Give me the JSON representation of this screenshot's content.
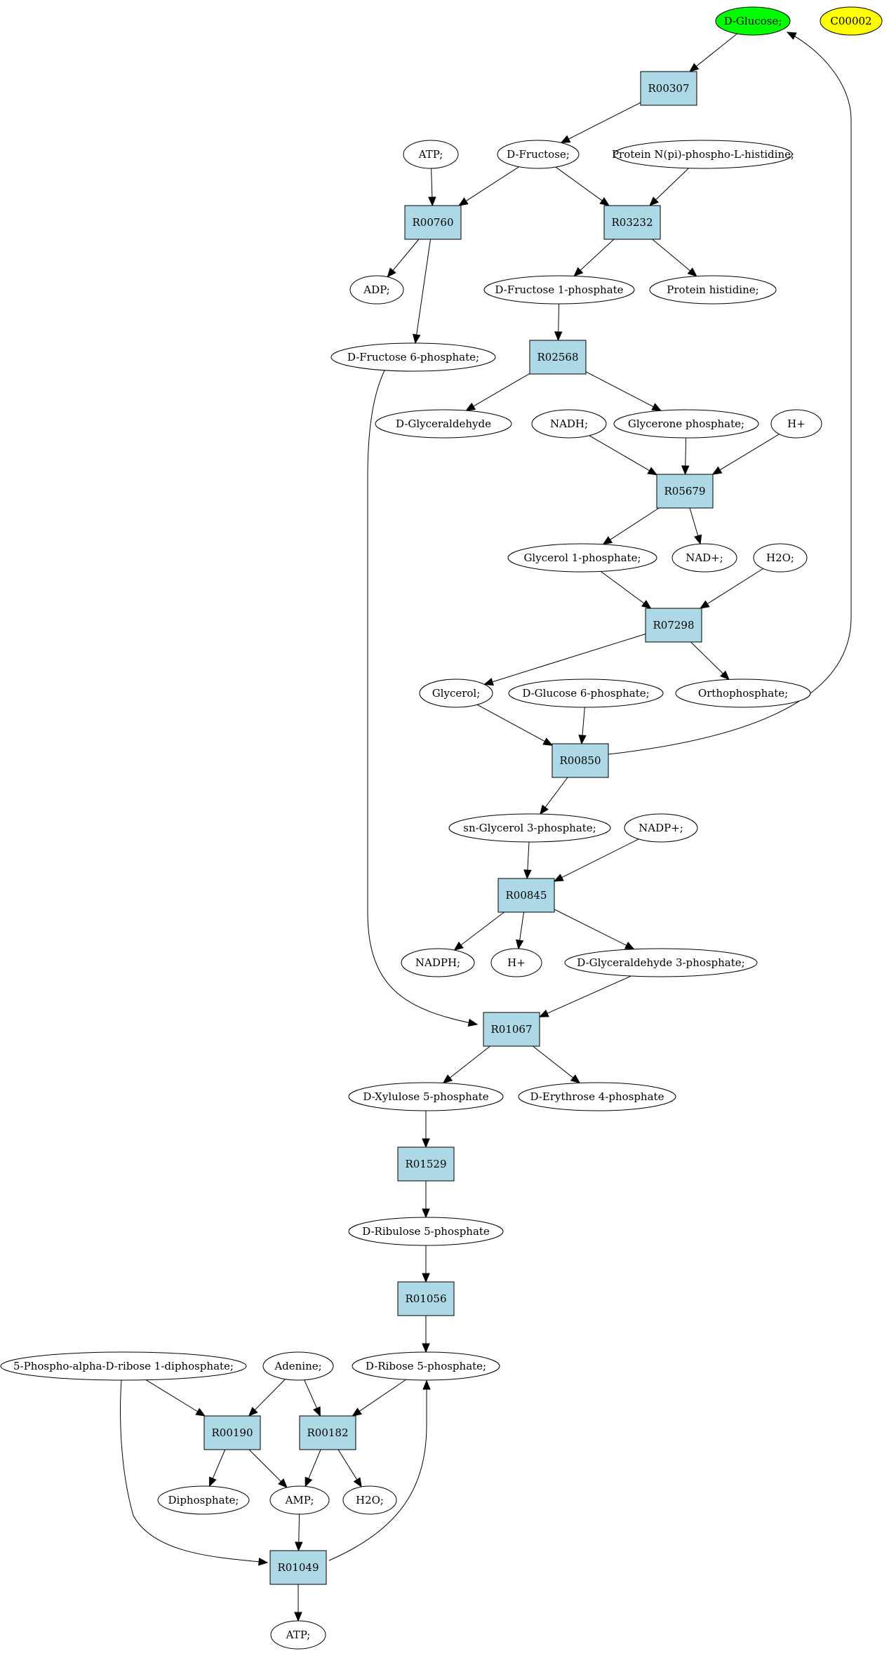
{
  "colors": {
    "reaction_fill": "#add8e6",
    "compound_fill": "#ffffff",
    "start_fill": "#00ff00",
    "target_fill": "#ffff00",
    "edge": "#000000"
  },
  "compounds": {
    "glucose": {
      "label": "D-Glucose;",
      "fill": "#00ff00"
    },
    "c00002": {
      "label": "C00002",
      "fill": "#ffff00"
    },
    "atp1": {
      "label": "ATP;"
    },
    "fructose": {
      "label": "D-Fructose;"
    },
    "protein_nphospho": {
      "label": "Protein N(pi)-phospho-L-histidine;"
    },
    "adp": {
      "label": "ADP;"
    },
    "fructose1p": {
      "label": "D-Fructose 1-phosphate"
    },
    "protein_histidine": {
      "label": "Protein histidine;"
    },
    "fructose6p": {
      "label": "D-Fructose 6-phosphate;"
    },
    "glyceraldehyde": {
      "label": "D-Glyceraldehyde"
    },
    "nadh": {
      "label": "NADH;"
    },
    "glycerone_p": {
      "label": "Glycerone phosphate;"
    },
    "hplus1": {
      "label": "H+"
    },
    "glycerol1p": {
      "label": "Glycerol 1-phosphate;"
    },
    "nadplus": {
      "label": "NAD+;"
    },
    "h2o1": {
      "label": "H2O;"
    },
    "glycerol": {
      "label": "Glycerol;"
    },
    "glucose6p": {
      "label": "D-Glucose 6-phosphate;"
    },
    "orthophosphate": {
      "label": "Orthophosphate;"
    },
    "snglycerol3p": {
      "label": "sn-Glycerol 3-phosphate;"
    },
    "nadpplus": {
      "label": "NADP+;"
    },
    "nadph": {
      "label": "NADPH;"
    },
    "hplus2": {
      "label": "H+"
    },
    "gap": {
      "label": "D-Glyceraldehyde 3-phosphate;"
    },
    "xylulose5p": {
      "label": "D-Xylulose 5-phosphate"
    },
    "erythrose4p": {
      "label": "D-Erythrose 4-phosphate"
    },
    "ribulose5p": {
      "label": "D-Ribulose 5-phosphate"
    },
    "prpp": {
      "label": "5-Phospho-alpha-D-ribose 1-diphosphate;"
    },
    "adenine": {
      "label": "Adenine;"
    },
    "ribose5p": {
      "label": "D-Ribose 5-phosphate;"
    },
    "diphosphate": {
      "label": "Diphosphate;"
    },
    "amp": {
      "label": "AMP;"
    },
    "h2o2": {
      "label": "H2O;"
    },
    "atp2": {
      "label": "ATP;"
    }
  },
  "reactions": {
    "R00307": {
      "label": "R00307"
    },
    "R00760": {
      "label": "R00760"
    },
    "R03232": {
      "label": "R03232"
    },
    "R02568": {
      "label": "R02568"
    },
    "R05679": {
      "label": "R05679"
    },
    "R07298": {
      "label": "R07298"
    },
    "R00850": {
      "label": "R00850"
    },
    "R00845": {
      "label": "R00845"
    },
    "R01067": {
      "label": "R01067"
    },
    "R01529": {
      "label": "R01529"
    },
    "R01056": {
      "label": "R01056"
    },
    "R00190": {
      "label": "R00190"
    },
    "R00182": {
      "label": "R00182"
    },
    "R01049": {
      "label": "R01049"
    }
  },
  "edges": [
    [
      "glucose",
      "R00307"
    ],
    [
      "R00307",
      "fructose"
    ],
    [
      "atp1",
      "R00760"
    ],
    [
      "fructose",
      "R00760"
    ],
    [
      "fructose",
      "R03232"
    ],
    [
      "protein_nphospho",
      "R03232"
    ],
    [
      "R00760",
      "adp"
    ],
    [
      "R00760",
      "fructose6p"
    ],
    [
      "R03232",
      "fructose1p"
    ],
    [
      "R03232",
      "protein_histidine"
    ],
    [
      "fructose1p",
      "R02568"
    ],
    [
      "R02568",
      "glyceraldehyde"
    ],
    [
      "R02568",
      "glycerone_p"
    ],
    [
      "nadh",
      "R05679"
    ],
    [
      "glycerone_p",
      "R05679"
    ],
    [
      "hplus1",
      "R05679"
    ],
    [
      "R05679",
      "glycerol1p"
    ],
    [
      "R05679",
      "nadplus"
    ],
    [
      "glycerol1p",
      "R07298"
    ],
    [
      "h2o1",
      "R07298"
    ],
    [
      "R07298",
      "glycerol"
    ],
    [
      "R07298",
      "orthophosphate"
    ],
    [
      "glycerol",
      "R00850"
    ],
    [
      "glucose6p",
      "R00850"
    ],
    [
      "R00850",
      "glucose"
    ],
    [
      "R00850",
      "snglycerol3p"
    ],
    [
      "snglycerol3p",
      "R00845"
    ],
    [
      "nadpplus",
      "R00845"
    ],
    [
      "R00845",
      "nadph"
    ],
    [
      "R00845",
      "hplus2"
    ],
    [
      "R00845",
      "gap"
    ],
    [
      "fructose6p",
      "R01067"
    ],
    [
      "gap",
      "R01067"
    ],
    [
      "R01067",
      "xylulose5p"
    ],
    [
      "R01067",
      "erythrose4p"
    ],
    [
      "xylulose5p",
      "R01529"
    ],
    [
      "R01529",
      "ribulose5p"
    ],
    [
      "ribulose5p",
      "R01056"
    ],
    [
      "R01056",
      "ribose5p"
    ],
    [
      "prpp",
      "R00190"
    ],
    [
      "adenine",
      "R00190"
    ],
    [
      "adenine",
      "R00182"
    ],
    [
      "ribose5p",
      "R00182"
    ],
    [
      "R00190",
      "diphosphate"
    ],
    [
      "R00190",
      "amp"
    ],
    [
      "R00182",
      "amp"
    ],
    [
      "R00182",
      "h2o2"
    ],
    [
      "prpp",
      "R01049"
    ],
    [
      "amp",
      "R01049"
    ],
    [
      "R01049",
      "ribose5p"
    ],
    [
      "R01049",
      "atp2"
    ]
  ]
}
